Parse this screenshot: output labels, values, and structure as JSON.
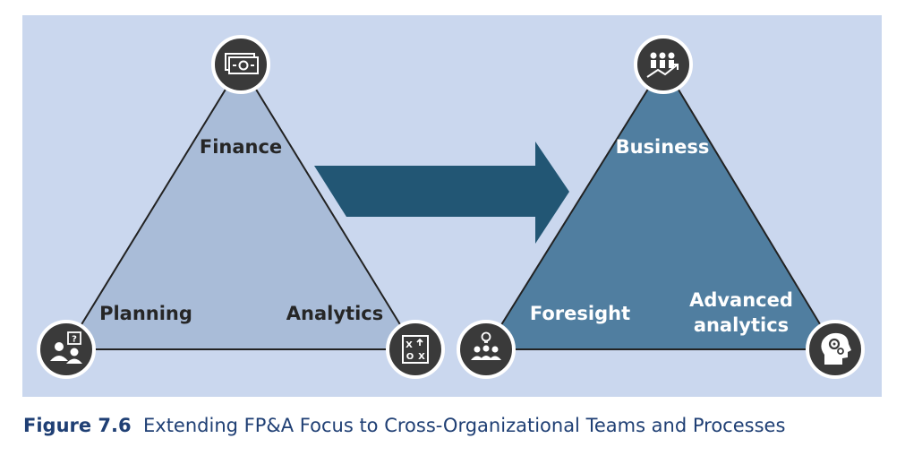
{
  "colors": {
    "panel_background": "#cad7ee",
    "left_triangle_fill": "#a9bcd8",
    "right_triangle_fill": "#507ea0",
    "arrow_fill": "#225674",
    "icon_circle": "#3a3a3a",
    "label_dark": "#262626",
    "label_light": "#ffffff",
    "caption_text": "#1f3f74"
  },
  "left_triangle": {
    "top_label": "Finance",
    "left_label": "Planning",
    "right_label": "Analytics",
    "top_icon": "money-icon",
    "left_icon": "people-question-icon",
    "right_icon": "strategy-board-icon"
  },
  "right_triangle": {
    "top_label": "Business",
    "left_label": "Foresight",
    "right_label_line1": "Advanced",
    "right_label_line2": "analytics",
    "top_icon": "team-growth-icon",
    "left_icon": "team-idea-icon",
    "right_icon": "head-gears-icon"
  },
  "caption": {
    "figure_number": "Figure 7.6",
    "text": "Extending FP&A Focus to Cross-Organizational Teams and Processes"
  }
}
